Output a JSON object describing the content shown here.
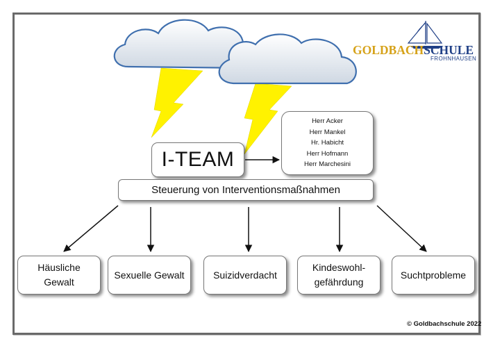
{
  "logo": {
    "name_part1": "GOLDBACH",
    "name_part2": "SCHULE",
    "subtitle": "FROHNHAUSEN",
    "brand_gold": "#d6a219",
    "brand_blue": "#1f3f86"
  },
  "diagram": {
    "team_label": "I-TEAM",
    "members": [
      "Herr Acker",
      "Herr Mankel",
      "Hr. Habicht",
      "Herr Hofmann",
      "Herr Marchesini"
    ],
    "steering_label": "Steuerung von Interventionsmaßnahmen",
    "categories": [
      {
        "line1": "Häusliche",
        "line2": "Gewalt"
      },
      {
        "line1": "Sexuelle Gewalt",
        "line2": ""
      },
      {
        "line1": "Suizidverdacht",
        "line2": ""
      },
      {
        "line1": "Kindeswohl-",
        "line2": "gefährdung"
      },
      {
        "line1": "Suchtprobleme",
        "line2": ""
      }
    ],
    "icons": [
      "cloud-icon",
      "lightning-icon",
      "sailboat-icon"
    ],
    "colors": {
      "cloud_fill": "#e8eef5",
      "cloud_outline": "#3f6fae",
      "lightning": "#fff000",
      "arrow": "#111111"
    }
  },
  "footer": {
    "copyright": "© Goldbachschule 2022"
  }
}
